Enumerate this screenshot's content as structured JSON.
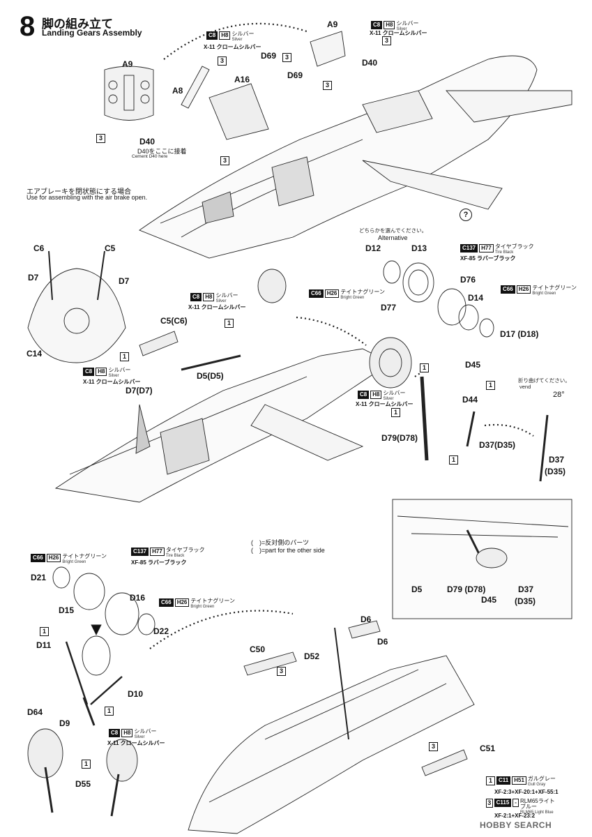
{
  "step": {
    "number": "8",
    "title_jp": "脚の組み立て",
    "title_en": "Landing Gears Assembly"
  },
  "notes": {
    "airbrake_jp": "エアブレーキを閉状態にする場合",
    "airbrake_en": "Use for assembling with the air brake open.",
    "cement_jp": "D40をここに接着",
    "cement_en": "Cement D40 here",
    "alternative_jp": "どちらかを選んでください。",
    "alternative_en": "Alternative",
    "bend_jp": "折り曲げてください。",
    "bend_en": "vend",
    "angle": "28°",
    "other_side_jp": "(　)=反対側のパーツ",
    "other_side_en": "(　)=part for the other side",
    "question": "?"
  },
  "paints": {
    "c8": {
      "code": "C8",
      "sub": "H8",
      "jp": "シルバー",
      "en": "Silver",
      "alt": "X-11 クロームシルバー"
    },
    "c66": {
      "code": "C66",
      "sub": "H26",
      "jp": "テイトナグリーン",
      "en": "Bright Green"
    },
    "c137": {
      "code": "C137",
      "sub": "H77",
      "jp": "タイヤブラック",
      "en": "Tire Black",
      "alt": "XF-85 ラバーブラック"
    },
    "c11": {
      "code": "C11",
      "sub": "H51",
      "jp": "ガルグレー",
      "en": "Gull Gray",
      "alt": "XF-2:3+XF-20:1+XF-55:1",
      "ref": "1"
    },
    "c115": {
      "code": "C115",
      "sub": "-",
      "jp": "RLM65ライトブルー",
      "en": "RLM65 Light Blue",
      "alt": "XF-2:1+XF-23:2",
      "ref": "3"
    }
  },
  "refs": {
    "r1": "1",
    "r3": "3"
  },
  "parts": {
    "a9": "A9",
    "a9b": "A9",
    "a8": "A8",
    "a16": "A16",
    "d69a": "D69",
    "d69b": "D69",
    "d40a": "D40",
    "d40b": "D40",
    "c6": "C6",
    "c5": "C5",
    "d7a": "D7",
    "d7b": "D7",
    "c14": "C14",
    "c5c6": "C5(C6)",
    "d5d5": "D5(D5)",
    "d7d7": "D7(D7)",
    "d12": "D12",
    "d13": "D13",
    "d76": "D76",
    "d77": "D77",
    "d14": "D14",
    "d17d18": "D17 (D18)",
    "d45": "D45",
    "d44": "D44",
    "d79d78": "D79(D78)",
    "d37d35": "D37(D35)",
    "d37": "D37",
    "d35": "(D35)",
    "d5": "D5",
    "d79d78b": "D79 (D78)",
    "d45b": "D45",
    "d37b": "D37",
    "d35b": "(D35)",
    "d21": "D21",
    "d15": "D15",
    "d16": "D16",
    "d22": "D22",
    "d11": "D11",
    "d10": "D10",
    "d64": "D64",
    "d9": "D9",
    "d55": "D55",
    "c50": "C50",
    "d52": "D52",
    "d6a": "D6",
    "d6b": "D6",
    "c51": "C51"
  },
  "watermark": "HOBBY SEARCH"
}
